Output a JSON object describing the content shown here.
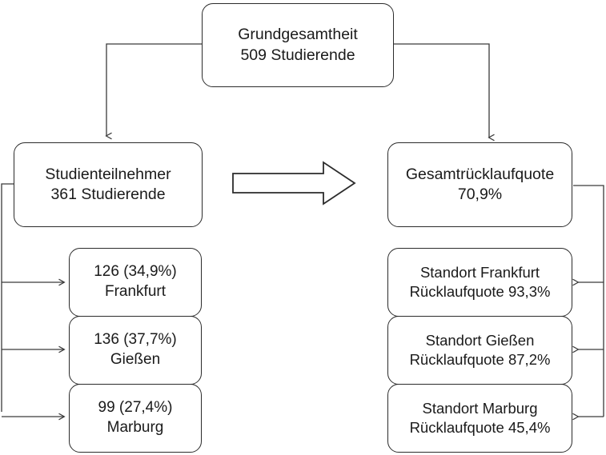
{
  "diagram": {
    "type": "flowchart",
    "title_node": {
      "name": "Grundgesamtheit",
      "line1": "Grundgesamtheit",
      "line2": "509 Studierende"
    },
    "left_branch": {
      "header": {
        "line1": "Studienteilnehmer",
        "line2": "361 Studierende"
      },
      "sites": [
        {
          "line1": "126 (34,9%)",
          "line2": "Frankfurt"
        },
        {
          "line1": "136 (37,7%)",
          "line2": "Gießen"
        },
        {
          "line1": "99 (27,4%)",
          "line2": "Marburg"
        }
      ]
    },
    "right_branch": {
      "header": {
        "line1": "Gesamtrücklaufquote",
        "line2": "70,9%"
      },
      "sites": [
        {
          "line1": "Standort Frankfurt",
          "line2": "Rücklaufquote 93,3%"
        },
        {
          "line1": "Standort Gießen",
          "line2": "Rücklaufquote 87,2%"
        },
        {
          "line1": "Standort Marburg",
          "line2": "Rücklaufquote 45,4%"
        }
      ]
    },
    "center_arrow": {
      "direction": "right",
      "label": ""
    },
    "colors": {
      "stroke": "#2b2b2b",
      "connector": "#3a3a3a",
      "background": "#ffffff",
      "text": "#1a1a1a"
    }
  }
}
